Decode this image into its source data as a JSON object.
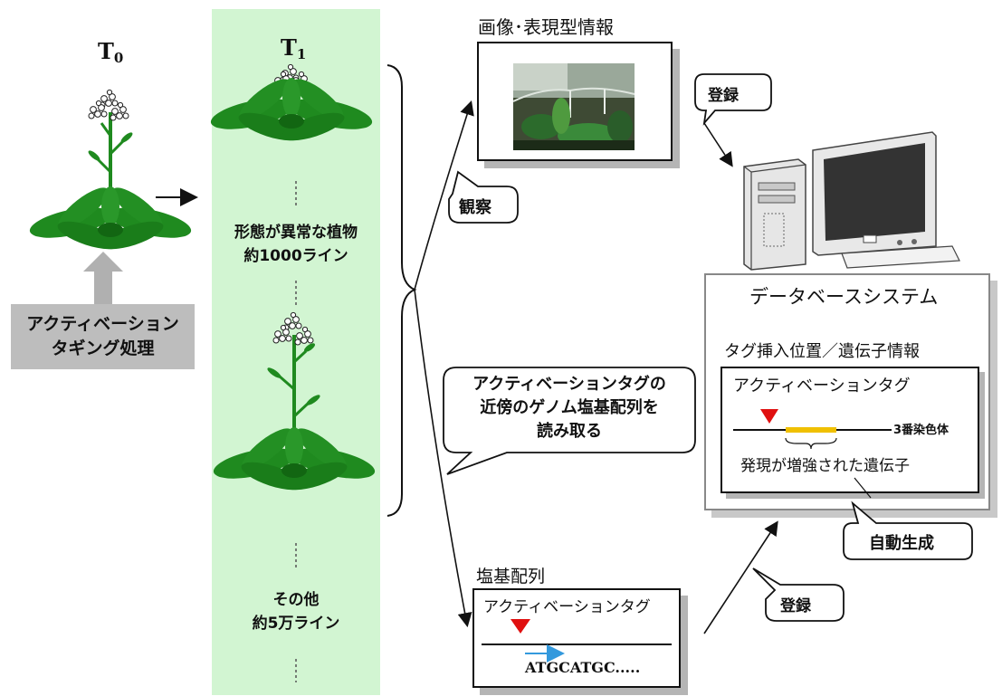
{
  "generations": {
    "t0": {
      "letter": "T",
      "sub": "0"
    },
    "t1": {
      "letter": "T",
      "sub": "1"
    }
  },
  "process_box": {
    "line1": "アクティベーション",
    "line2": "タギング処理"
  },
  "t1_column": {
    "abnormal_line1": "形態が異常な植物",
    "abnormal_line2": "約1000ライン",
    "other_line1": "その他",
    "other_line2": "約5万ライン"
  },
  "image_section": {
    "title": "画像･表現型情報"
  },
  "callouts": {
    "observe": "観察",
    "register_top": "登録",
    "register_bottom": "登録",
    "read_line1": "アクティベーションタグの",
    "read_line2": "近傍のゲノム塩基配列を",
    "read_line3": "読み取る",
    "autogen": "自動生成"
  },
  "database": {
    "title": "データベースシステム",
    "subtitle": "タグ挿入位置／遺伝子情報",
    "tag_label": "アクティベーションタグ",
    "chromosome_label": "3番染色体",
    "gene_label": "発現が増強された遺伝子"
  },
  "sequence_section": {
    "title": "塩基配列",
    "tag_label": "アクティベーションタグ",
    "sequence": "ATGCATGC....."
  },
  "colors": {
    "t1_band": "#d2f5d2",
    "plant_green": "#1f8a1f",
    "plant_dark": "#126612",
    "tag_marker": "#e01010",
    "gene_highlight": "#f0c000",
    "read_arrow": "#3399dd",
    "process_box": "#bdbdbd",
    "monitor_screen": "#333333"
  },
  "icons": {
    "computer": "desktop-computer-icon",
    "photo": "plant-photo-thumbnail",
    "marker": "triangle-down-icon"
  }
}
